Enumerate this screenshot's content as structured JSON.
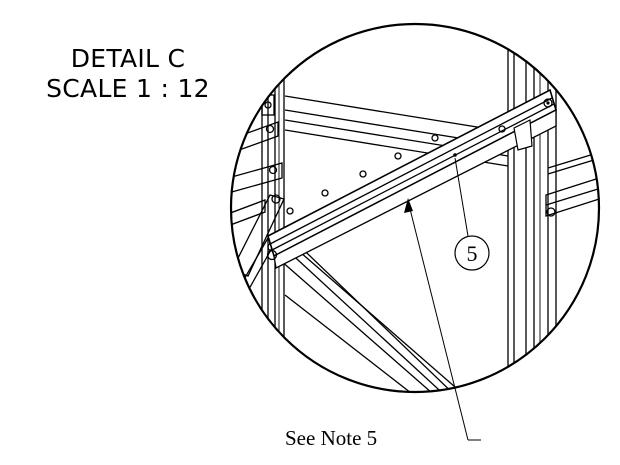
{
  "detail": {
    "title": "DETAIL C",
    "scale": "SCALE 1 : 12"
  },
  "balloon": {
    "number": "5"
  },
  "note": {
    "text": "See Note 5"
  }
}
